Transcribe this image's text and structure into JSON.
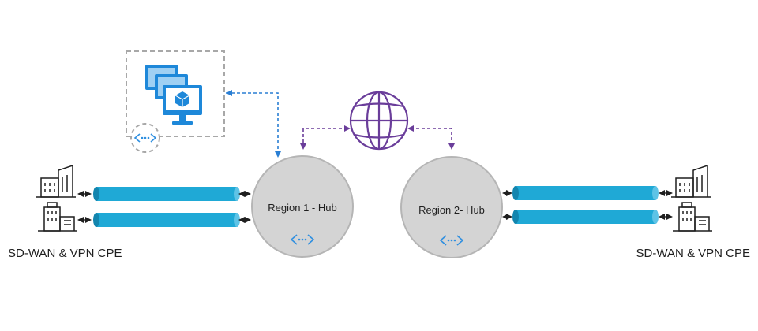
{
  "hubs": [
    {
      "label": "Region 1 - Hub",
      "icon": "virtual-network-icon"
    },
    {
      "label": "Region 2- Hub",
      "icon": "virtual-network-icon"
    }
  ],
  "sites": {
    "left_label": "SD-WAN & VPN CPE",
    "right_label": "SD-WAN & VPN CPE",
    "icons": [
      "office-building-icon",
      "office-building-icon"
    ]
  },
  "vm_group": {
    "icon": "virtual-machines-icon",
    "connector_icon": "virtual-network-icon"
  },
  "internet": {
    "icon": "globe-icon"
  },
  "colors": {
    "pipe": "#1FA9D6",
    "pipe_dark": "#1385AE",
    "hub_fill": "#D4D4D4",
    "hub_stroke": "#B5B5B5",
    "vnet_blue": "#2F8FE0",
    "dashed_blue": "#2A7FD4",
    "purple": "#6A3D9A",
    "vm_blue": "#1E88D9",
    "dashed_gray": "#A8A8A8"
  }
}
